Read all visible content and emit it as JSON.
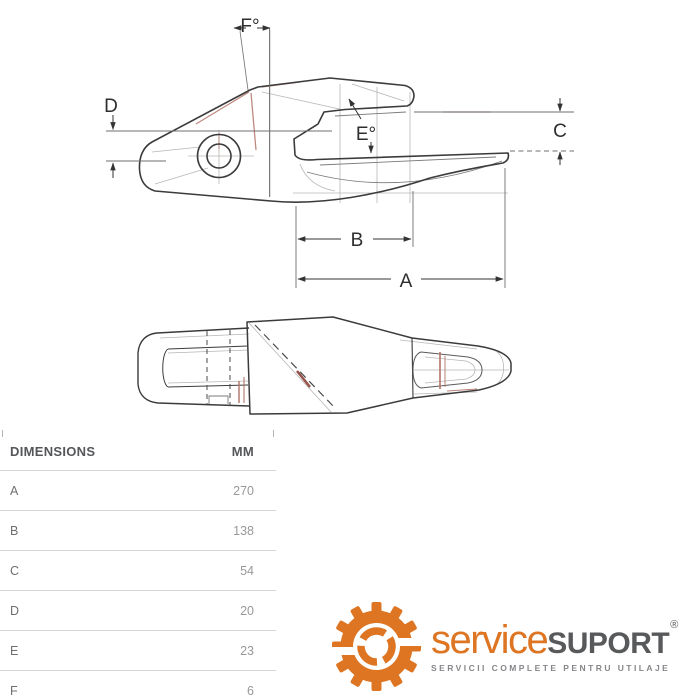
{
  "drawing": {
    "labels": {
      "F": "F°",
      "D": "D",
      "E": "E°",
      "C": "C",
      "B": "B",
      "A": "A"
    },
    "colors": {
      "line": "#3b3b3b",
      "construction": "#b9b6b4",
      "accent": "#b4756a"
    }
  },
  "table": {
    "header": {
      "dimensions": "DIMENSIONS",
      "unit": "MM"
    },
    "rows": [
      {
        "label": "A",
        "value": "270"
      },
      {
        "label": "B",
        "value": "138"
      },
      {
        "label": "C",
        "value": "54"
      },
      {
        "label": "D",
        "value": "20"
      },
      {
        "label": "E",
        "value": "23"
      },
      {
        "label": "F",
        "value": "6"
      }
    ]
  },
  "logo": {
    "brand_primary": "service",
    "brand_secondary": "SUPORT",
    "registered_mark": "®",
    "tagline": "SERVICII COMPLETE PENTRU UTILAJE",
    "colors": {
      "orange": "#DD7523",
      "gray": "#58595B",
      "tagline_gray": "#85878A"
    }
  }
}
